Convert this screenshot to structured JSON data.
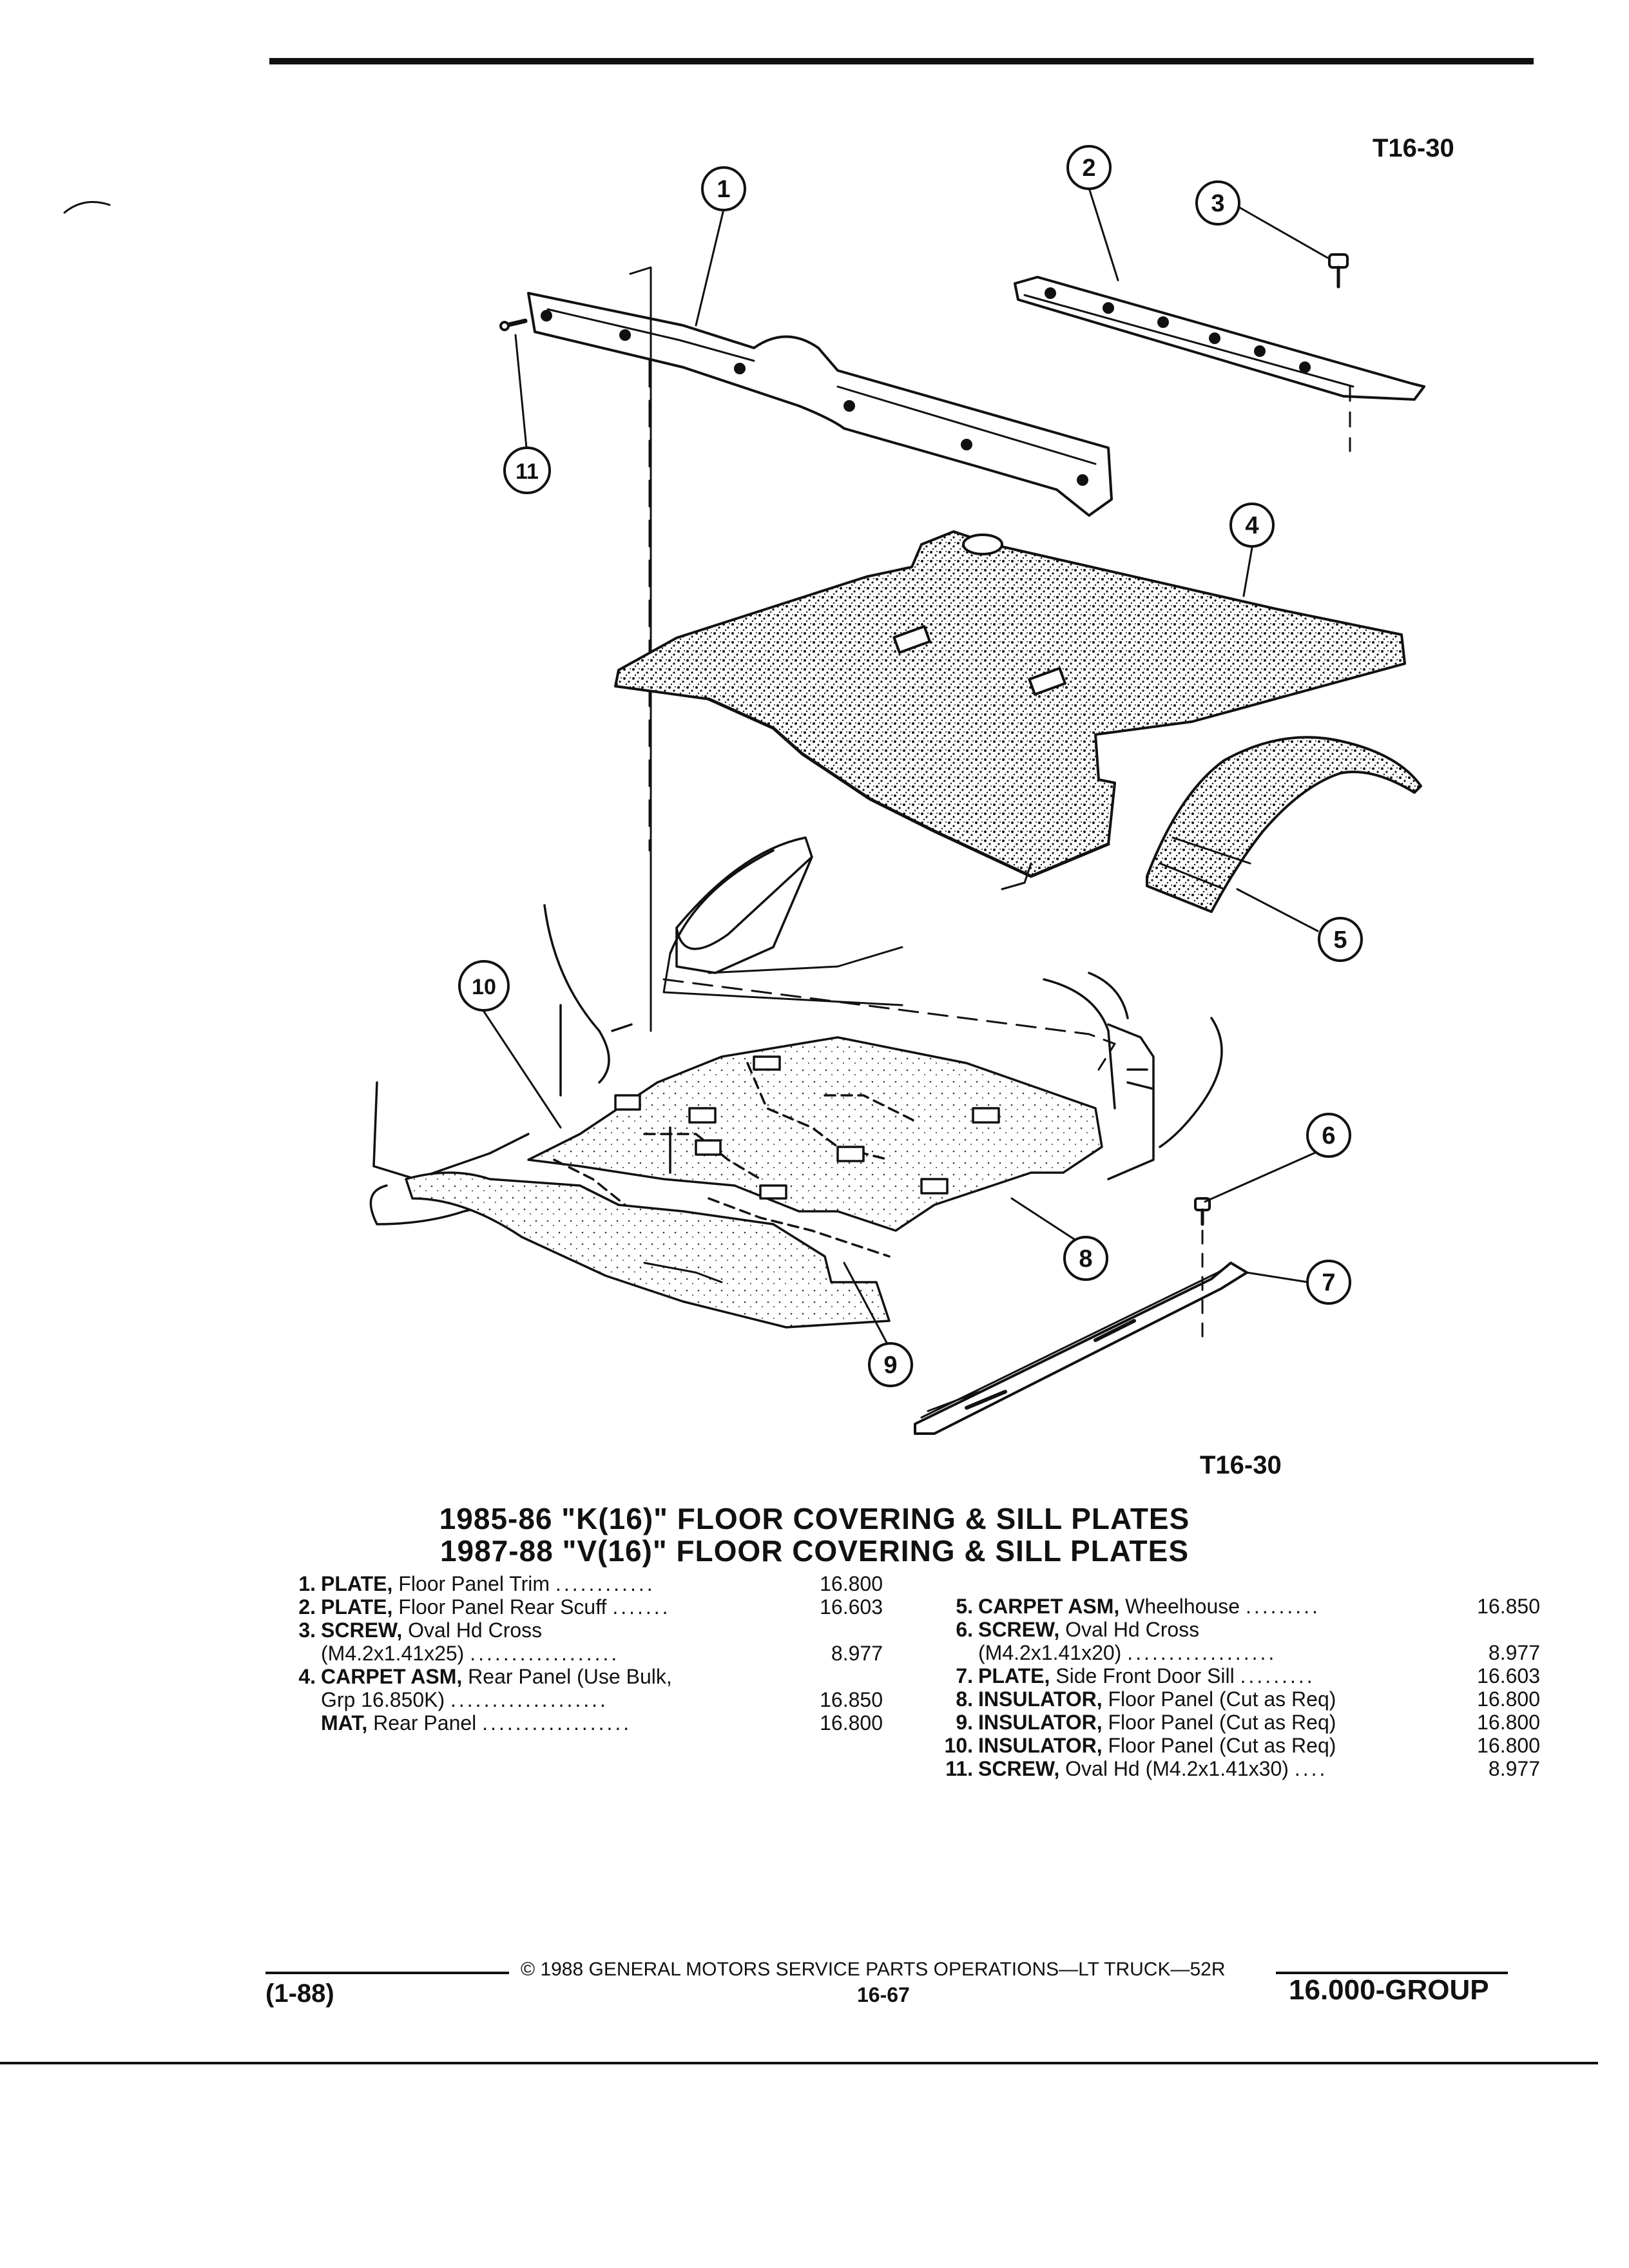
{
  "figure": {
    "code_top": "T16-30",
    "code_bottom": "T16-30",
    "callouts": [
      "1",
      "2",
      "3",
      "4",
      "5",
      "6",
      "7",
      "8",
      "9",
      "10",
      "11"
    ]
  },
  "title": {
    "line1": "1985-86 \"K(16)\" FLOOR COVERING & SILL PLATES",
    "line2": "1987-88 \"V(16)\" FLOOR COVERING & SILL PLATES"
  },
  "parts_left": [
    {
      "num": "1.",
      "name": "PLATE,",
      "desc": " Floor Panel Trim",
      "dots": "............",
      "group": "16.800"
    },
    {
      "num": "2.",
      "name": "PLATE,",
      "desc": " Floor Panel Rear Scuff",
      "dots": ".......",
      "group": "16.603"
    },
    {
      "num": "3.",
      "name": "SCREW,",
      "desc": " Oval Hd Cross",
      "dots": "",
      "group": ""
    },
    {
      "num": "",
      "name": "",
      "desc": "(M4.2x1.41x25)",
      "dots": "..................",
      "group": "8.977"
    },
    {
      "num": "4.",
      "name": "CARPET ASM,",
      "desc": " Rear Panel (Use Bulk,",
      "dots": "",
      "group": ""
    },
    {
      "num": "",
      "name": "",
      "desc": "Grp 16.850K)",
      "dots": "...................",
      "group": "16.850"
    },
    {
      "num": "",
      "name": "MAT,",
      "desc": " Rear Panel",
      "dots": "..................",
      "group": "16.800"
    }
  ],
  "parts_right": [
    {
      "num": "5.",
      "name": "CARPET ASM,",
      "desc": " Wheelhouse",
      "dots": ".........",
      "group": "16.850"
    },
    {
      "num": "6.",
      "name": "SCREW,",
      "desc": " Oval Hd Cross",
      "dots": "",
      "group": ""
    },
    {
      "num": "",
      "name": "",
      "desc": "(M4.2x1.41x20)",
      "dots": "..................",
      "group": "8.977"
    },
    {
      "num": "7.",
      "name": "PLATE,",
      "desc": " Side Front Door Sill",
      "dots": ".........",
      "group": "16.603"
    },
    {
      "num": "8.",
      "name": "INSULATOR,",
      "desc": " Floor Panel (Cut as Req)",
      "dots": "",
      "group": "16.800"
    },
    {
      "num": "9.",
      "name": "INSULATOR,",
      "desc": " Floor Panel (Cut as Req)",
      "dots": "",
      "group": "16.800"
    },
    {
      "num": "10.",
      "name": "INSULATOR,",
      "desc": " Floor Panel (Cut as Req)",
      "dots": "",
      "group": "16.800"
    },
    {
      "num": "11.",
      "name": "SCREW,",
      "desc": " Oval Hd (M4.2x1.41x30)",
      "dots": "....",
      "group": "8.977"
    }
  ],
  "footer": {
    "date": "(1-88)",
    "copyright": "© 1988 GENERAL MOTORS SERVICE PARTS OPERATIONS—LT TRUCK—52R",
    "page": "16-67",
    "group": "16.000-GROUP"
  }
}
